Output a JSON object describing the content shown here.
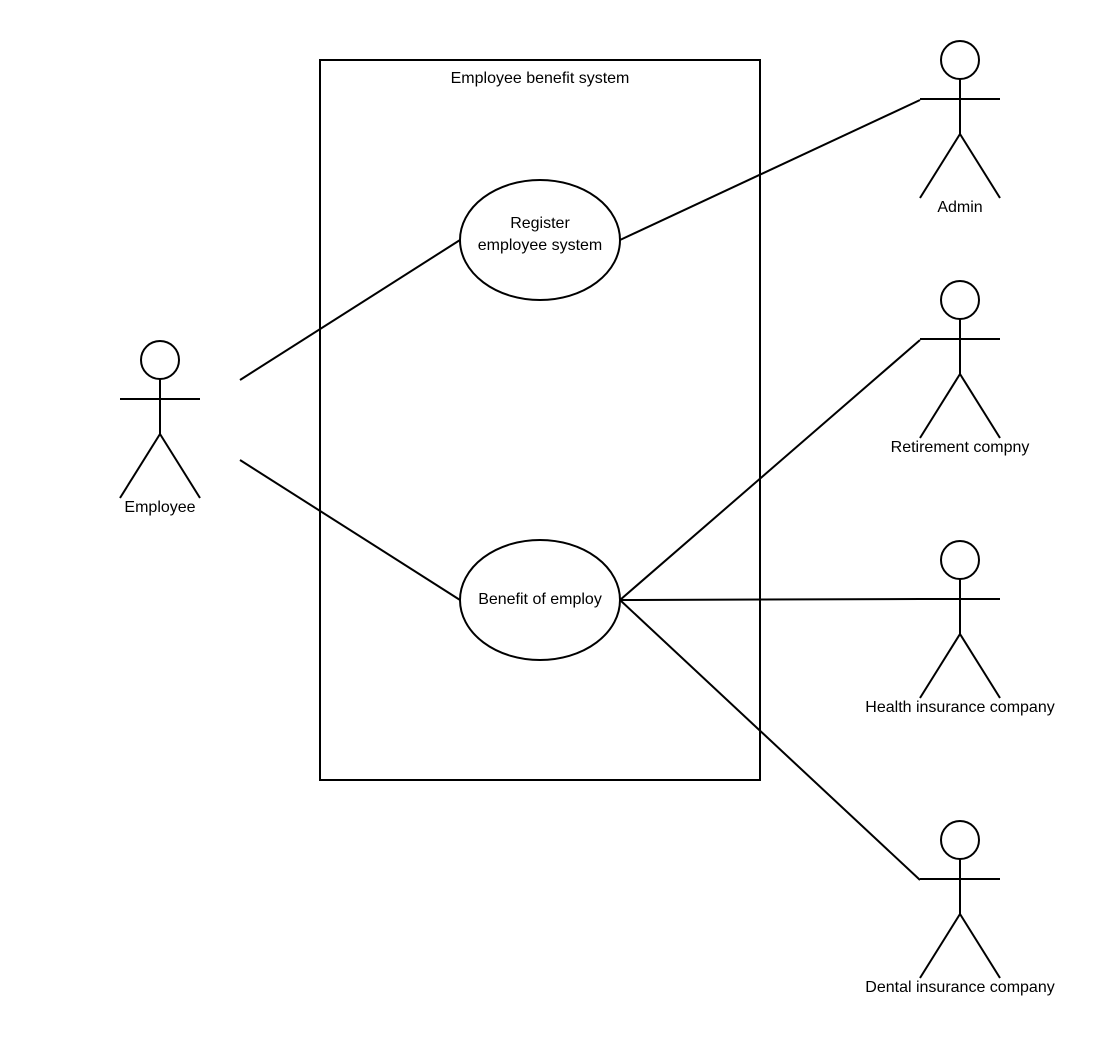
{
  "diagram": {
    "type": "use-case",
    "system": {
      "label": "Employee benefit system"
    },
    "use_cases": [
      {
        "id": "register",
        "lines": [
          "Register",
          "employee system"
        ]
      },
      {
        "id": "benefit",
        "lines": [
          "Benefit of employ"
        ]
      }
    ],
    "actors": [
      {
        "id": "employee",
        "label": "Employee"
      },
      {
        "id": "admin",
        "label": "Admin"
      },
      {
        "id": "retirement",
        "label": "Retirement compny"
      },
      {
        "id": "health",
        "label": "Health insurance company"
      },
      {
        "id": "dental",
        "label": "Dental insurance company"
      }
    ],
    "associations": [
      {
        "from": "employee",
        "to": "register"
      },
      {
        "from": "employee",
        "to": "benefit"
      },
      {
        "from": "register",
        "to": "admin"
      },
      {
        "from": "benefit",
        "to": "retirement"
      },
      {
        "from": "benefit",
        "to": "health"
      },
      {
        "from": "benefit",
        "to": "dental"
      }
    ]
  }
}
